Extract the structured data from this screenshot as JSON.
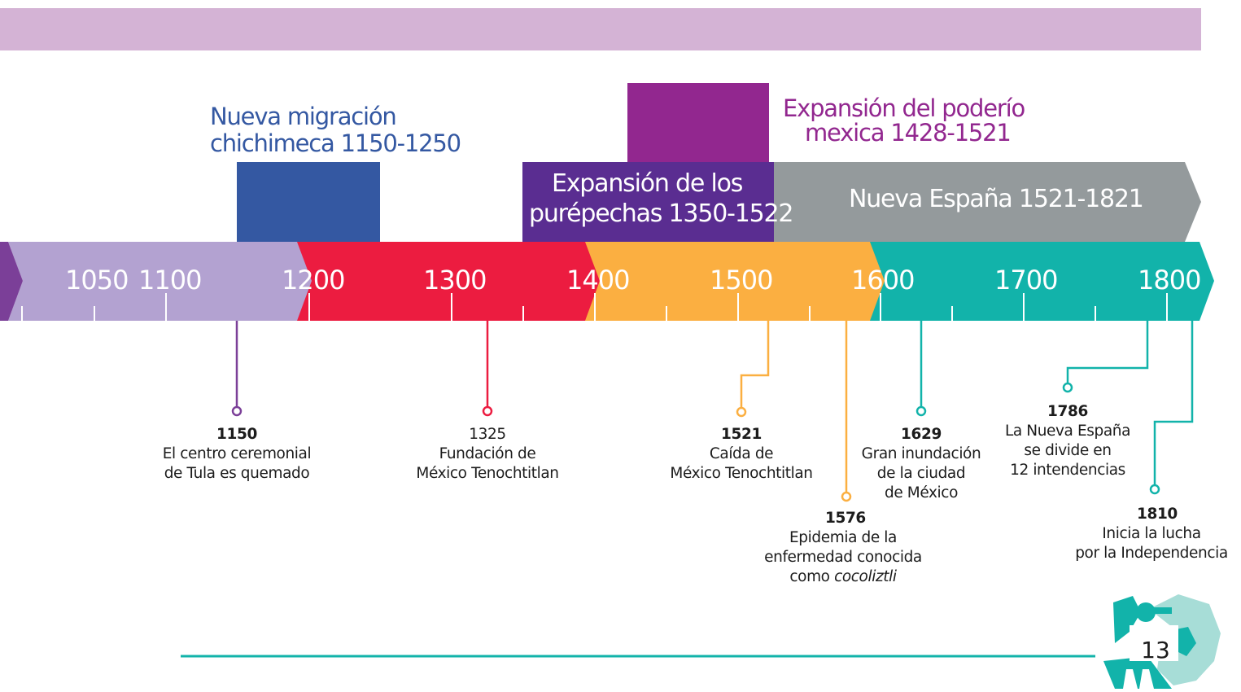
{
  "colors": {
    "header_bar": "#d4b3d5",
    "lavender": "#b3a2d1",
    "red": "#ec1c40",
    "orange": "#fbaf41",
    "teal": "#12b3aa",
    "blue_band": "#3458a2",
    "purple_band": "#5a2d91",
    "magenta_band": "#92278f",
    "gray_band": "#949a9c"
  },
  "bands": {
    "chichimeca": "Nueva migración\nchichimeca 1150-1250",
    "purepechas": "Expansión de los\npurépechas 1350-1522",
    "mexica": "Expansión del poderío\nmexica 1428-1521",
    "nueva_espana": "Nueva España 1521-1821"
  },
  "years": [
    "1050",
    "1100",
    "1200",
    "1300",
    "1400",
    "1500",
    "1600",
    "1700",
    "1800"
  ],
  "events": [
    {
      "year": "1150",
      "text": "El centro ceremonial\nde Tula es quemado"
    },
    {
      "year": "1325",
      "text": "Fundación de\nMéxico Tenochtitlan"
    },
    {
      "year": "1521",
      "text": "Caída de\nMéxico Tenochtitlan"
    },
    {
      "year": "1576",
      "text": "Epidemia de la\nenfermedad conocida\ncomo",
      "italic": "cocoliztli"
    },
    {
      "year": "1629",
      "text": "Gran inundación\nde la ciudad\nde México"
    },
    {
      "year": "1786",
      "text": "La Nueva España\nse divide en\n12 intendencias"
    },
    {
      "year": "1810",
      "text": "Inicia la lucha\npor la Independencia"
    }
  ],
  "page_number": "13"
}
